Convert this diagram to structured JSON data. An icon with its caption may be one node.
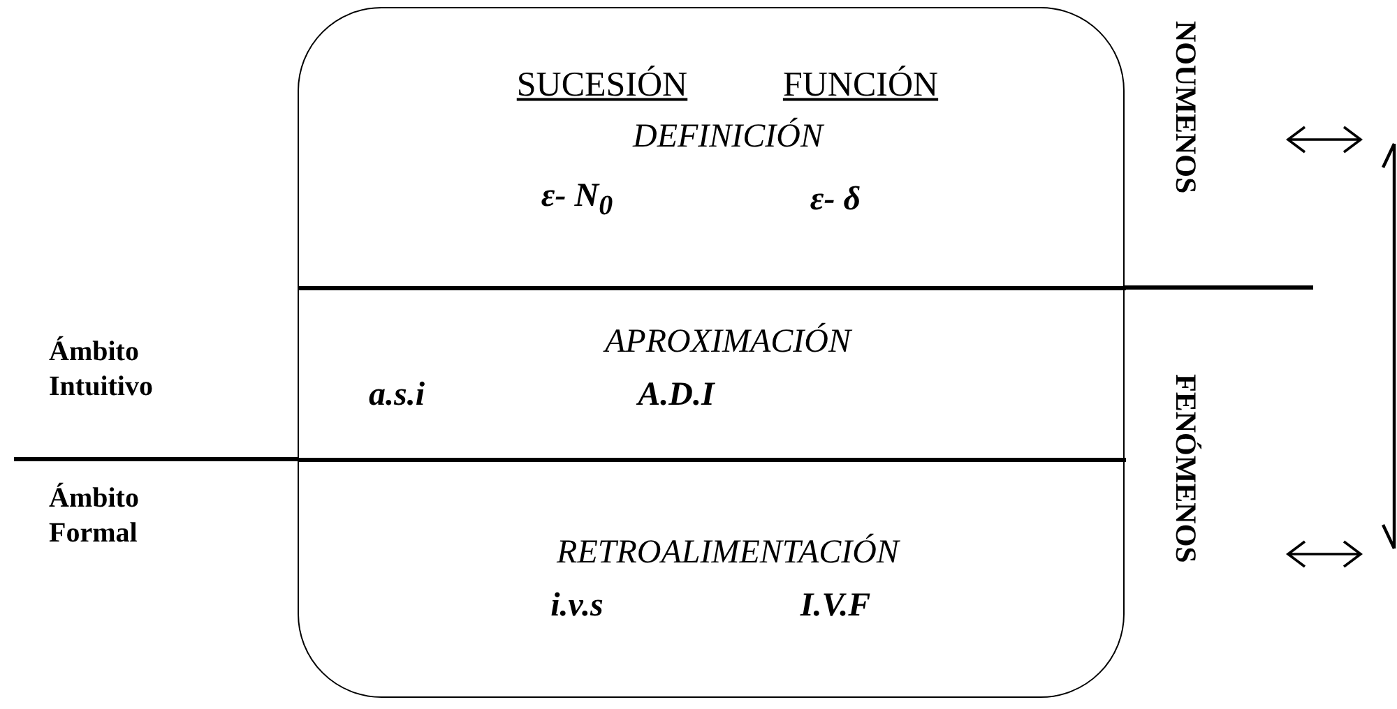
{
  "diagram": {
    "nodes": [
      {
        "text": [],
        "shape": "box"
      },
      {
        "text": [
          "SUCESIÓN",
          "FUNCIÓN",
          "DEFINICIÓN",
          "ε- N$_{0}$",
          "ε- δ"
        ],
        "in": 0
      },
      {
        "text": [
          "APROXIMACIÓN",
          "a.s.i",
          "A.D.I"
        ],
        "in": 0
      },
      {
        "text": [
          "RETROALIMENTACIÓN",
          "i.v.s",
          "I.V.F"
        ],
        "in": 0
      }
    ],
    "labels": [
      "Ámbito Intuitivo",
      "Ámbito Formal",
      "NOUMENOS",
      "FENÓMENOS"
    ]
  }
}
